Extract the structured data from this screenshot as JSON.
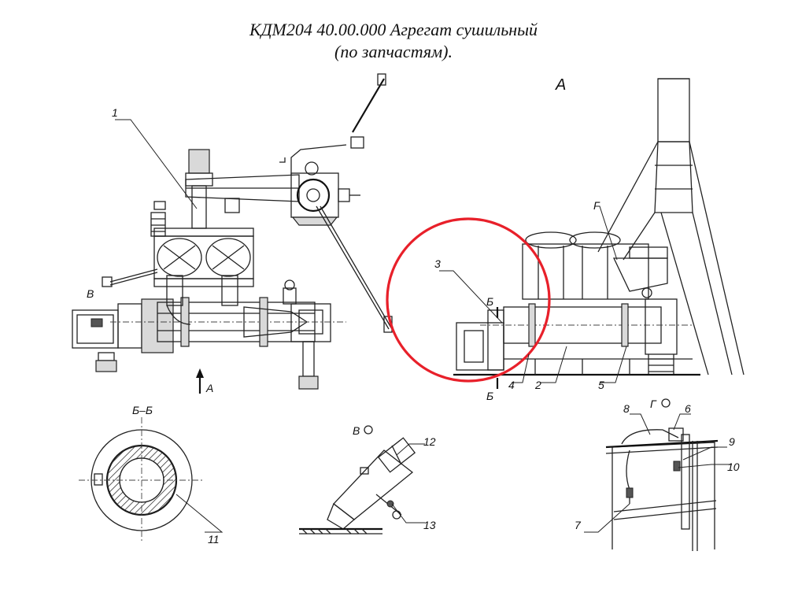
{
  "title": {
    "line1": "КДМ204 40.00.000 Агрегат сушильный",
    "line2": "(по запчастям)."
  },
  "views": {
    "view_a_label": "А",
    "arrow_a_label": "А",
    "section_bb_label": "Б–Б",
    "view_v_label": "В",
    "view_g_label": "Г",
    "marker_v_label": "В",
    "marker_g_label": "Г",
    "section_mark_b": "Б"
  },
  "callouts": [
    "1",
    "2",
    "3",
    "4",
    "5",
    "6",
    "7",
    "8",
    "9",
    "10",
    "11",
    "12",
    "13"
  ],
  "highlight": {
    "color": "#e8202a"
  }
}
